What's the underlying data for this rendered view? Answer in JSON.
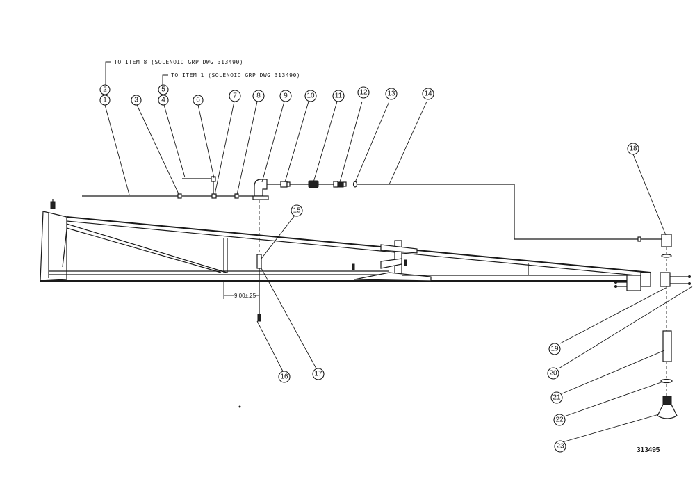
{
  "notes": {
    "item8": "TO ITEM 8 (SOLENOID GRP DWG 313490)",
    "item1": "TO ITEM 1 (SOLENOID GRP DWG 313490)"
  },
  "dimension": "9.00±.25",
  "drawing_number": "313495",
  "balloons": [
    "2",
    "1",
    "3",
    "5",
    "4",
    "6",
    "7",
    "8",
    "9",
    "10",
    "11",
    "12",
    "13",
    "14",
    "15",
    "16",
    "17",
    "18",
    "19",
    "20",
    "21",
    "22",
    "23"
  ],
  "colors": {
    "line": "#1a1a1a",
    "background": "#ffffff"
  }
}
